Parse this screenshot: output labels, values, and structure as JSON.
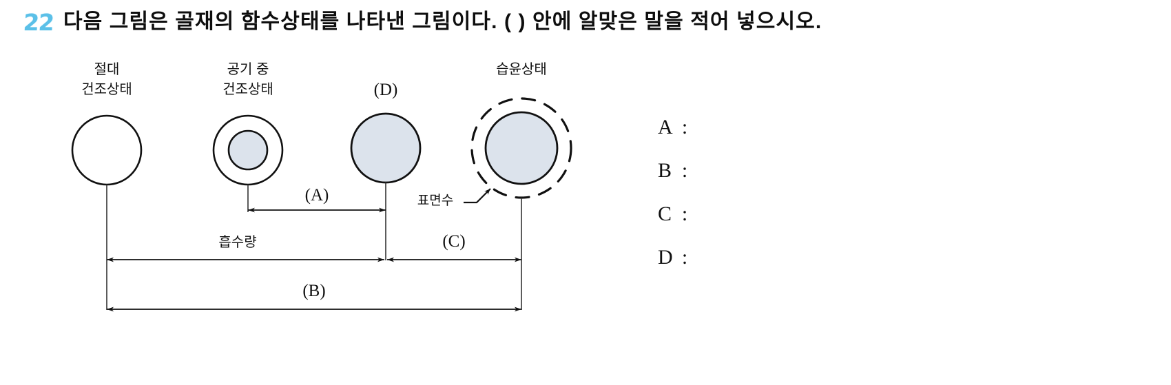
{
  "question": {
    "number": "22",
    "text": "다음 그림은 골재의 함수상태를 나타낸 그림이다. (    ) 안에 알맞은 말을 적어 넣으시오."
  },
  "diagram": {
    "states": [
      {
        "id": "oven-dry",
        "label_line1": "절대",
        "label_line2": "건조상태",
        "fill": "none"
      },
      {
        "id": "air-dry",
        "label_line1": "공기 중",
        "label_line2": "건조상태",
        "fill": "partial"
      },
      {
        "id": "saturated-ssd",
        "label_line1": "(D)",
        "label_line2": "",
        "fill": "full"
      },
      {
        "id": "wet",
        "label_line1": "습윤상태",
        "label_line2": "",
        "fill": "full-dashed"
      }
    ],
    "annotations": {
      "surface_water": "표면수",
      "measure_a": "(A)",
      "measure_absorption": "흡수량",
      "measure_c": "(C)",
      "measure_b": "(B)"
    },
    "colors": {
      "aggregate_fill": "#dce3ec",
      "stroke": "#111111",
      "number_accent": "#5bc0e8"
    }
  },
  "answers": [
    {
      "key": "A",
      "colon": ":",
      "value": ""
    },
    {
      "key": "B",
      "colon": ":",
      "value": ""
    },
    {
      "key": "C",
      "colon": ":",
      "value": ""
    },
    {
      "key": "D",
      "colon": ":",
      "value": ""
    }
  ]
}
